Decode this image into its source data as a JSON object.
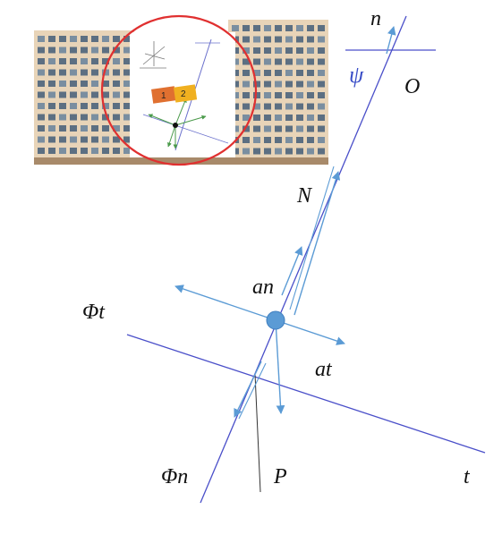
{
  "labels": {
    "n": "n",
    "O": "O",
    "psi": "ψ",
    "N": "N",
    "an": "an",
    "phi_t": "Φt",
    "at": "at",
    "phi_n": "Φn",
    "P": "P",
    "t": "t"
  },
  "inset": {
    "box1": "1",
    "box2": "2"
  },
  "colors": {
    "axis_line": "#4a4fc9",
    "vector": "#5b9bd5",
    "point": "#5b9bd5",
    "label": "#111111",
    "psi": "#3a4ec7",
    "highlight_circle": "#e03030",
    "building_wall": "#e8d4b8",
    "box1": "#e07030",
    "box2": "#f0b020"
  },
  "icons": {
    "building": "apartment-building-image",
    "highlight": "red-circle-highlight"
  }
}
